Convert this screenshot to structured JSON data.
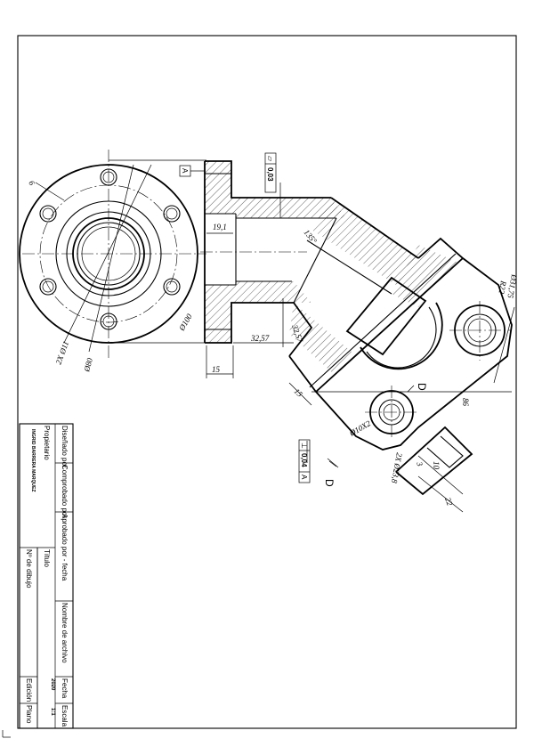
{
  "dimensions": {
    "d19": "19,1",
    "d15a": "15",
    "d3257a": "32,57",
    "d3257b": "32,57",
    "d100": "Ø100",
    "d80": "Ø80",
    "d6": "6",
    "d2x": "2X Ø11",
    "d135": "135°",
    "d15b": "15",
    "d86": "86",
    "dR22": "R22",
    "d3175": "Ø31,75",
    "d10x": "Ø10X2",
    "d2x23": "2X Ø23,8",
    "d3": "3",
    "d10": "10",
    "d22": "22"
  },
  "tolerances": {
    "flatness": {
      "symbol": "▱",
      "value": "0,03"
    },
    "perp": {
      "symbol": "⊥",
      "value": "0,04",
      "datum": "A"
    },
    "datumA": "A"
  },
  "view_labels": {
    "d1": "D",
    "d2": "D"
  },
  "title_block": {
    "designed_by_label": "Diseñado por",
    "checked_label": "Comprobado por",
    "approved_label": "Aprobado por - fecha",
    "file_label": "Nombre de archivo",
    "date_label": "Fecha",
    "scale_label": "Escala",
    "owner_label": "Propietario",
    "owner_value": "INGRID BARRERA MARQUEZ",
    "title_label": "Título",
    "drawing_no_label": "Nº de dibujo",
    "edition_label": "Edición",
    "sheet_label": "Plano",
    "date_value": "2020",
    "scale_value": "1:1"
  }
}
